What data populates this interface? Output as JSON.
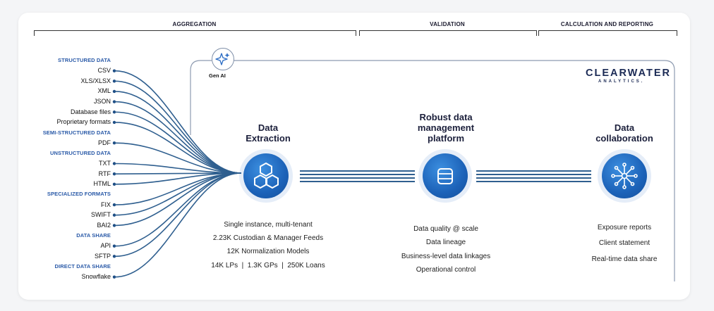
{
  "phases": {
    "aggregation": "AGGREGATION",
    "validation": "VALIDATION",
    "reporting": "CALCULATION AND REPORTING"
  },
  "gen_ai": "Gen AI",
  "brand": {
    "name": "CLEARWATER",
    "tagline": "ANALYTICS."
  },
  "sources": [
    {
      "text": "STRUCTURED DATA",
      "heading": true
    },
    {
      "text": "CSV"
    },
    {
      "text": "XLS/XLSX"
    },
    {
      "text": "XML"
    },
    {
      "text": "JSON"
    },
    {
      "text": "Database files"
    },
    {
      "text": "Proprietary formats"
    },
    {
      "text": "SEMI-STRUCTURED DATA",
      "heading": true
    },
    {
      "text": "PDF"
    },
    {
      "text": "UNSTRUCTURED DATA",
      "heading": true
    },
    {
      "text": "TXT"
    },
    {
      "text": "RTF"
    },
    {
      "text": "HTML"
    },
    {
      "text": "SPECIALIZED FORMATS",
      "heading": true
    },
    {
      "text": "FIX"
    },
    {
      "text": "SWIFT"
    },
    {
      "text": "BAI2"
    },
    {
      "text": "DATA SHARE",
      "heading": true
    },
    {
      "text": "API"
    },
    {
      "text": "SFTP"
    },
    {
      "text": "DIRECT DATA SHARE",
      "heading": true
    },
    {
      "text": "Snowflake"
    }
  ],
  "stages": {
    "extraction": {
      "title_lines": [
        "Data",
        "Extraction"
      ],
      "icon": "hexagons-icon",
      "details": [
        "Single instance, multi-tenant",
        "2.23K Custodian & Manager Feeds",
        "12K Normalization Models",
        "14K LPs  |  1.3K GPs  |  250K Loans"
      ]
    },
    "platform": {
      "title_lines": [
        "Robust data",
        "management",
        "platform"
      ],
      "icon": "database-icon",
      "details": [
        "Data quality @ scale",
        "Data lineage",
        "Business-level data linkages",
        "Operational control"
      ]
    },
    "collaboration": {
      "title_lines": [
        "Data",
        "collaboration"
      ],
      "icon": "network-hub-icon",
      "details": [
        "Exposure reports",
        "Client statement",
        "Real-time data share"
      ]
    }
  },
  "colors": {
    "primary_blue": "#1c62b8",
    "heading_blue": "#2a5aa8",
    "line_blue": "#2f5f8f",
    "dark_text": "#1b1f3b"
  }
}
